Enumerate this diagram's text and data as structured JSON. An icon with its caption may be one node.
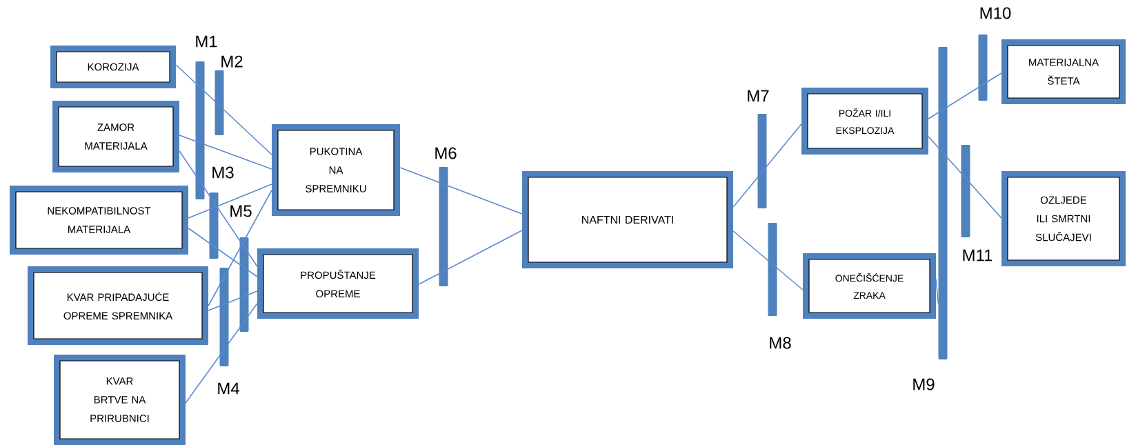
{
  "diagram": {
    "nodes": [
      {
        "text": [
          "KOROZIJA"
        ]
      },
      {
        "text": [
          "ZAMOR MATERIJALA"
        ]
      },
      {
        "text": [
          "NEKOMPATIBILNOST MATERIJALA"
        ]
      },
      {
        "text": [
          "KVAR PRIPADAJUĆE OPREME SPREMNIKA"
        ]
      },
      {
        "text": [
          "KVAR BRTVE NA PRIRUBNICI"
        ]
      },
      {
        "text": [
          "PUKOTINA NA SPREMNIKU"
        ]
      },
      {
        "text": [
          "PROPUŠTANJE OPREME"
        ]
      },
      {
        "text": [
          "NAFTNI DERIVATI"
        ]
      },
      {
        "text": [
          "POŽAR I/ILI EKSPLOZIJA"
        ]
      },
      {
        "text": [
          "ONEČIŠĆENJE ZRAKA"
        ]
      },
      {
        "text": [
          "MATERIJALNA ŠTETA"
        ]
      },
      {
        "text": [
          "OZLJEDE ILI SMRTNI SLUČAJEVI"
        ]
      },
      {
        "text": [],
        "shape": "bar",
        "beside": [
          "M1"
        ]
      },
      {
        "text": [],
        "shape": "bar",
        "beside": [
          "M2"
        ]
      },
      {
        "text": [],
        "shape": "bar",
        "beside": [
          "M3"
        ]
      },
      {
        "text": [],
        "shape": "bar",
        "beside": [
          "M5"
        ]
      },
      {
        "text": [],
        "shape": "bar",
        "beside": [
          "M4"
        ]
      },
      {
        "text": [],
        "shape": "bar",
        "beside": [
          "M6"
        ]
      },
      {
        "text": [],
        "shape": "bar",
        "beside": [
          "M7"
        ]
      },
      {
        "text": [],
        "shape": "bar",
        "beside": [
          "M8"
        ]
      },
      {
        "text": [],
        "shape": "bar",
        "beside": [
          "M9"
        ]
      },
      {
        "text": [],
        "shape": "bar",
        "beside": [
          "M10"
        ]
      },
      {
        "text": [],
        "shape": "bar",
        "beside": [
          "M11"
        ]
      }
    ],
    "edges": [
      {
        "from": 0,
        "to": 5,
        "arrow": "none"
      },
      {
        "from": 1,
        "to": 5,
        "arrow": "none"
      },
      {
        "from": 1,
        "to": 6,
        "arrow": "none"
      },
      {
        "from": 2,
        "to": 5,
        "arrow": "none"
      },
      {
        "from": 2,
        "to": 6,
        "arrow": "none"
      },
      {
        "from": 3,
        "to": 5,
        "arrow": "none"
      },
      {
        "from": 3,
        "to": 6,
        "arrow": "none"
      },
      {
        "from": 4,
        "to": 6,
        "arrow": "none"
      },
      {
        "from": 5,
        "to": 7,
        "arrow": "none"
      },
      {
        "from": 6,
        "to": 7,
        "arrow": "none"
      },
      {
        "from": 7,
        "to": 8,
        "arrow": "none"
      },
      {
        "from": 7,
        "to": 9,
        "arrow": "none"
      },
      {
        "from": 8,
        "to": 10,
        "arrow": "none"
      },
      {
        "from": 8,
        "to": 11,
        "arrow": "none"
      },
      {
        "from": 9,
        "to": 20,
        "arrow": "none"
      }
    ]
  }
}
